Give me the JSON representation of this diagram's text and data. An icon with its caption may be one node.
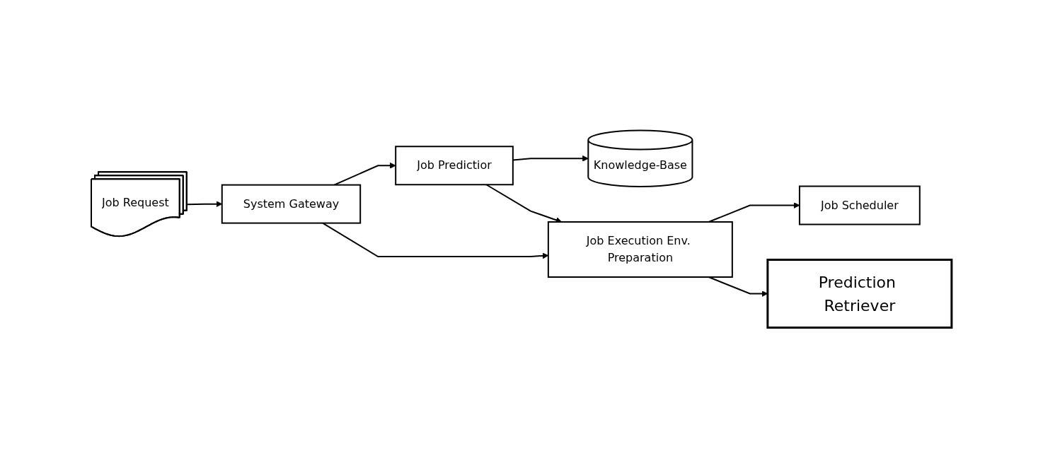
{
  "diagram": {
    "nodes": [
      {
        "text": [
          "Job Request"
        ]
      },
      {
        "text": [
          "System Gateway"
        ]
      },
      {
        "text": [
          "Job Predictior"
        ]
      },
      {
        "text": [
          "Knowledge-Base"
        ]
      },
      {
        "text": [
          "Job Execution Env. Preparation"
        ]
      },
      {
        "text": [
          "Job Scheduler"
        ]
      },
      {
        "text": [
          "Prediction Retriever"
        ]
      }
    ],
    "edges": [
      {
        "from": 0,
        "to": 1,
        "arrow": "to"
      },
      {
        "from": 1,
        "to": 2,
        "arrow": "to"
      },
      {
        "from": 1,
        "to": 4,
        "arrow": "to"
      },
      {
        "from": 2,
        "to": 3,
        "arrow": "to"
      },
      {
        "from": 2,
        "to": 4,
        "arrow": "to"
      },
      {
        "from": 4,
        "to": 5,
        "arrow": "to"
      },
      {
        "from": 4,
        "to": 6,
        "arrow": "to"
      }
    ]
  }
}
